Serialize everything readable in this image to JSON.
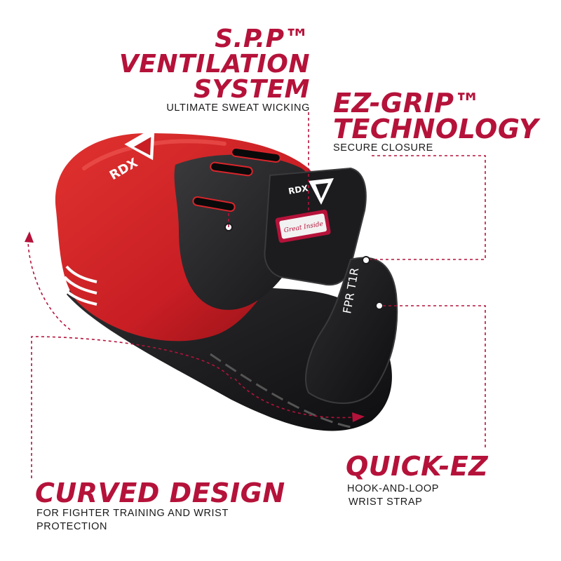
{
  "features": {
    "ventilation": {
      "title_lines": [
        "S.P.P™",
        "VENTILATION",
        "SYSTEM"
      ],
      "subtitle": "ULTIMATE SWEAT WICKING"
    },
    "ezgrip": {
      "title_lines": [
        "EZ-GRIP™",
        "TECHNOLOGY"
      ],
      "subtitle": "SECURE CLOSURE"
    },
    "quickez": {
      "title": "QUICK-EZ",
      "subtitle_lines": [
        "HOOK-AND-LOOP",
        "WRIST STRAP"
      ]
    },
    "curved": {
      "title": "CURVED DESIGN",
      "subtitle_lines": [
        "FOR FIGHTER TRAINING AND WRIST",
        "PROTECTION"
      ]
    }
  },
  "product": {
    "brand_mark": "RDX",
    "strap_text": "FPR T1R",
    "badge_text": "Great Inside"
  },
  "colors": {
    "accent": "#b5123a",
    "pad_red": "#d8252b",
    "pad_black": "#1c1c1e",
    "text": "#1a1a1a"
  }
}
